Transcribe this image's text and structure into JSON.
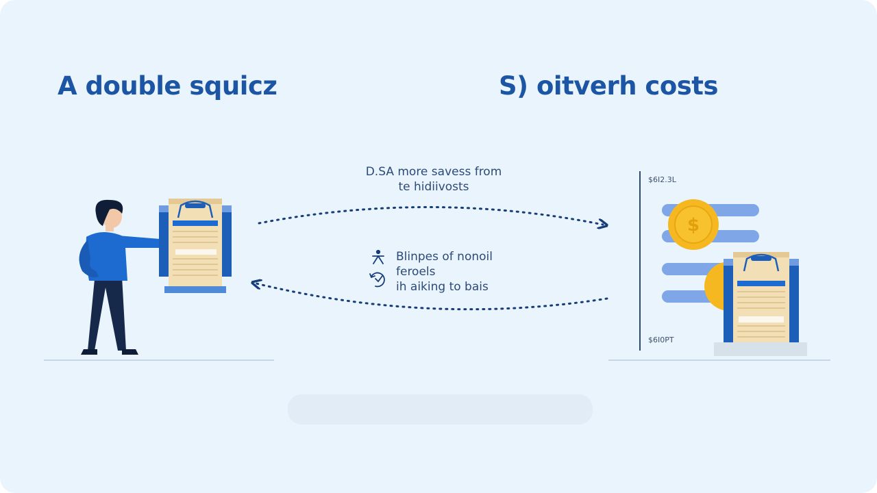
{
  "titles": {
    "left": "A double squicz",
    "right": "S) oitverh costs"
  },
  "captions": {
    "top_line1": "D.SA  more savess from",
    "top_line2": "te hidiivosts",
    "bottom_line1": "Blinpes of nonoil",
    "bottom_line2": "feroels",
    "bottom_line3": "ih aiking to bais"
  },
  "axis_ticks": {
    "top": "$6I2.3L",
    "bottom": "$6I0PT"
  },
  "icons": {
    "coin": "dollar-coin-icon",
    "arrow_right": "arrow-right-icon",
    "arrow_left": "arrow-left-icon",
    "person": "person-icon",
    "scale": "scale-icon",
    "cycle": "cycle-icon"
  },
  "colors": {
    "background": "#eaf4fd",
    "title": "#1c55a3",
    "primary_blue": "#1d6ad0",
    "dark_blue": "#173d78",
    "paper": "#f3dfb6",
    "coin": "#f5b820",
    "bar": "#7fa6e6"
  }
}
